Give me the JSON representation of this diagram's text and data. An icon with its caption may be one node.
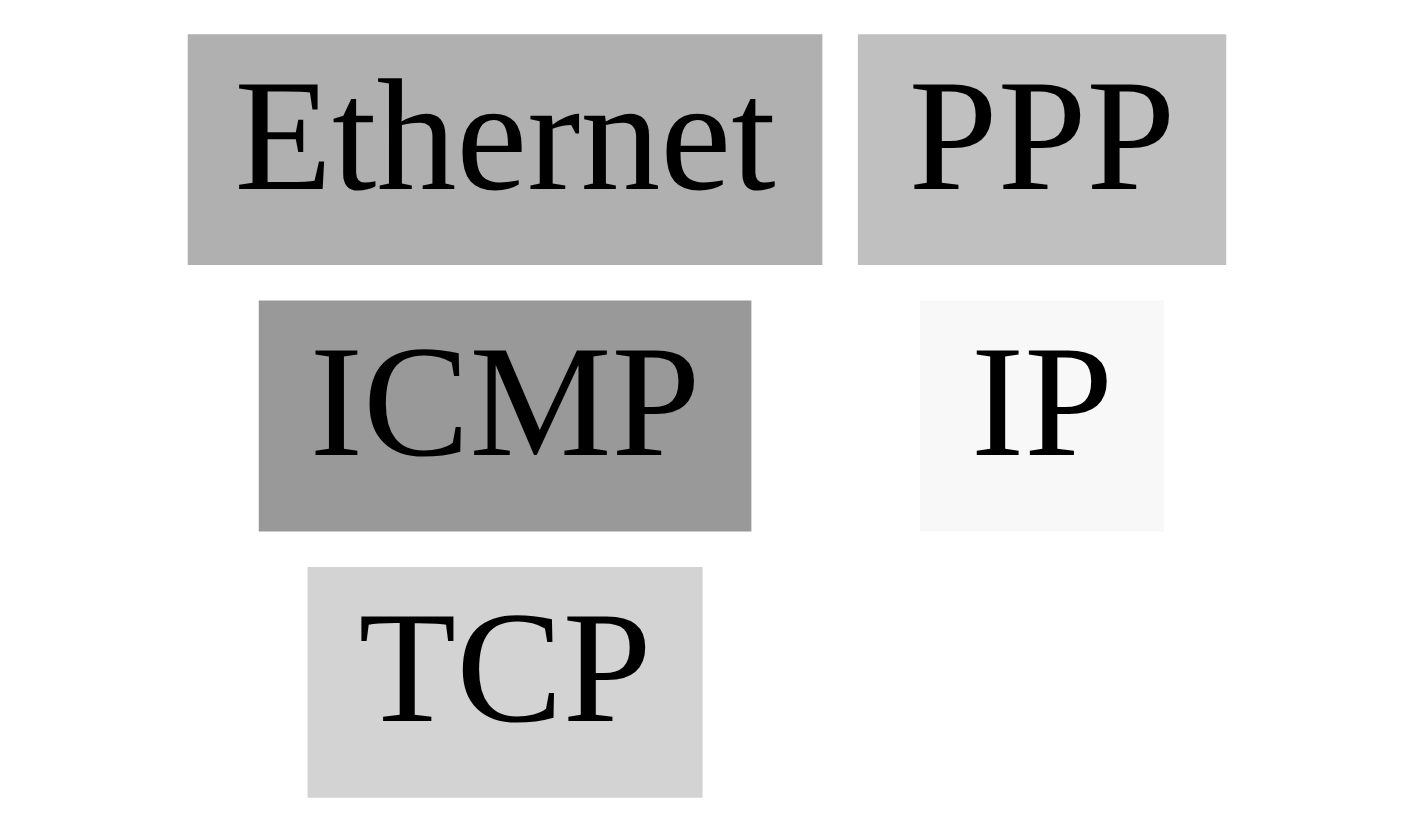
{
  "diagram": {
    "nodes": [
      {
        "text": [
          "ICMP"
        ]
      },
      {
        "text": [
          "PPP"
        ]
      },
      {
        "text": [
          "TCP"
        ]
      },
      {
        "text": [
          "Ethernet"
        ]
      },
      {
        "text": [
          "IP"
        ]
      }
    ]
  }
}
